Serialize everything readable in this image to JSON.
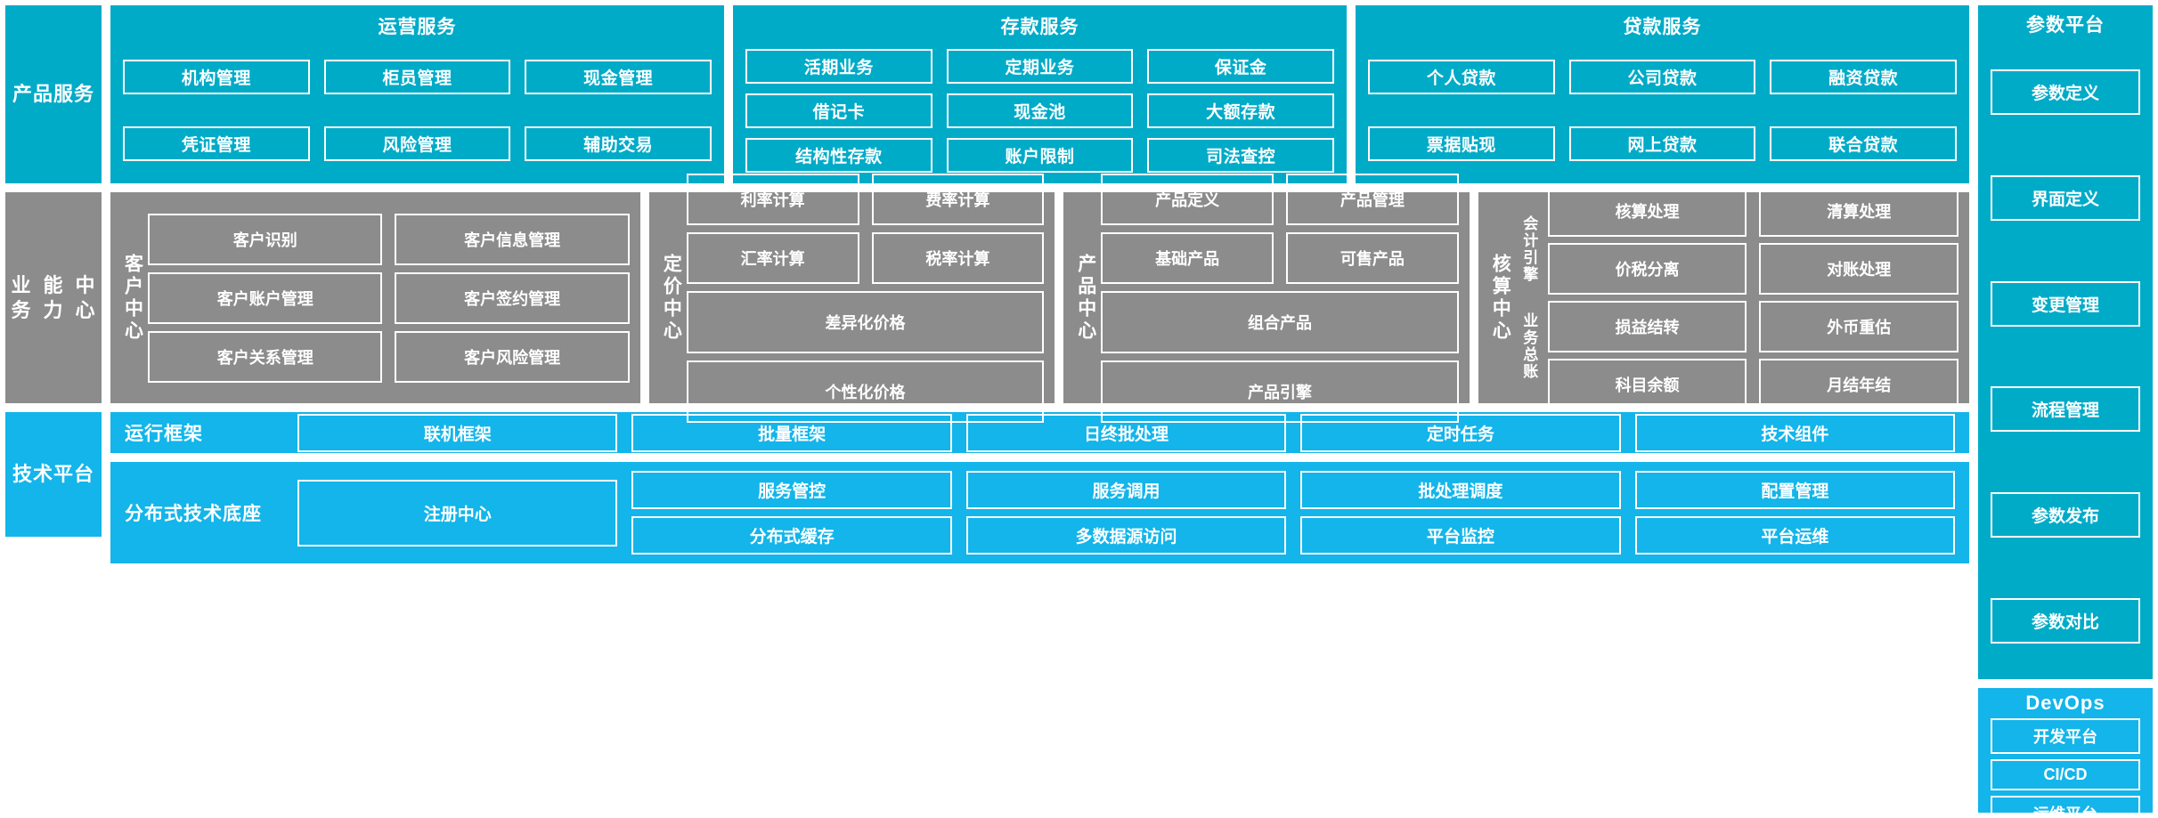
{
  "colors": {
    "product_service_band": "#00ABC8",
    "business_capability_band": "#8C8C8C",
    "tech_platform_band": "#13B5EA",
    "tile_border": "#FFFFFF",
    "text": "#FFFFFF",
    "page_background": "#FFFFFF"
  },
  "bands": {
    "product_service": {
      "label_line1": "产品",
      "label_line2": "服务"
    },
    "business_capability": {
      "label_line1": "业务",
      "label_line2": "能力",
      "label_line3": "中心"
    },
    "tech_platform": {
      "label_line1": "技术",
      "label_line2": "平台"
    }
  },
  "product_service": {
    "groups": [
      {
        "title": "运营服务",
        "rows": [
          [
            "机构管理",
            "柜员管理",
            "现金管理"
          ],
          [
            "凭证管理",
            "风险管理",
            "辅助交易"
          ]
        ]
      },
      {
        "title": "存款服务",
        "rows": [
          [
            "活期业务",
            "定期业务",
            "保证金"
          ],
          [
            "借记卡",
            "现金池",
            "大额存款"
          ],
          [
            "结构性存款",
            "账户限制",
            "司法查控"
          ]
        ]
      },
      {
        "title": "贷款服务",
        "rows": [
          [
            "个人贷款",
            "公司贷款",
            "融资贷款"
          ],
          [
            "票据贴现",
            "网上贷款",
            "联合贷款"
          ]
        ]
      }
    ]
  },
  "business_capability": {
    "centers": [
      {
        "label": "客户中心",
        "rows": [
          [
            "客户识别",
            "客户信息管理"
          ],
          [
            "客户账户管理",
            "客户签约管理"
          ],
          [
            "客户关系管理",
            "客户风险管理"
          ]
        ]
      },
      {
        "label": "定价中心",
        "rows": [
          [
            "利率计算",
            "费率计算"
          ],
          [
            "汇率计算",
            "税率计算"
          ],
          [
            "差异化价格"
          ],
          [
            "个性化价格"
          ]
        ]
      },
      {
        "label": "产品中心",
        "rows": [
          [
            "产品定义",
            "产品管理"
          ],
          [
            "基础产品",
            "可售产品"
          ],
          [
            "组合产品"
          ],
          [
            "产品引擎"
          ]
        ]
      },
      {
        "label": "核算中心",
        "sub_labels": [
          "会计引擎",
          "业务总账"
        ],
        "rows": [
          [
            "核算处理",
            "清算处理"
          ],
          [
            "价税分离",
            "对账处理"
          ],
          [
            "损益结转",
            "外币重估"
          ],
          [
            "科目余额",
            "月结年结"
          ]
        ]
      }
    ]
  },
  "tech_platform": {
    "rows": [
      {
        "name": "运行框架",
        "columns": [
          [
            "联机框架"
          ],
          [
            "批量框架"
          ],
          [
            "日终批处理"
          ],
          [
            "定时任务"
          ],
          [
            "技术组件"
          ]
        ]
      },
      {
        "name": "分布式技术底座",
        "columns": [
          [
            "注册中心"
          ],
          [
            "服务管控",
            "分布式缓存"
          ],
          [
            "服务调用",
            "多数据源访问"
          ],
          [
            "批处理调度",
            "平台监控"
          ],
          [
            "配置管理",
            "平台运维"
          ]
        ]
      }
    ]
  },
  "right_column": {
    "parameter_platform": {
      "title": "参数平台",
      "items": [
        "参数定义",
        "界面定义",
        "变更管理",
        "流程管理",
        "参数发布",
        "参数对比"
      ]
    },
    "devops": {
      "title": "DevOps",
      "items": [
        "开发平台",
        "CI/CD",
        "运维平台"
      ]
    }
  }
}
